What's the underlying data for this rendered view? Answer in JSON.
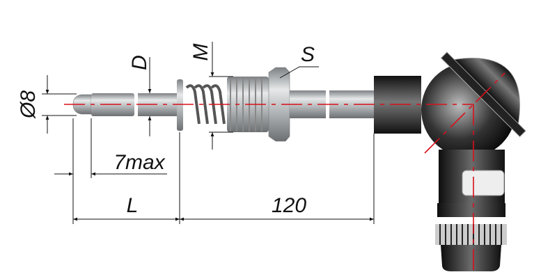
{
  "labels": {
    "diameter": "Ø8",
    "d": "D",
    "m": "M",
    "s": "S",
    "tip": "7max",
    "length": "L",
    "fixed_length": "120"
  },
  "colors": {
    "centerline": "#d8101c",
    "metal": "#a9acae",
    "head": "#1c1c1c"
  }
}
